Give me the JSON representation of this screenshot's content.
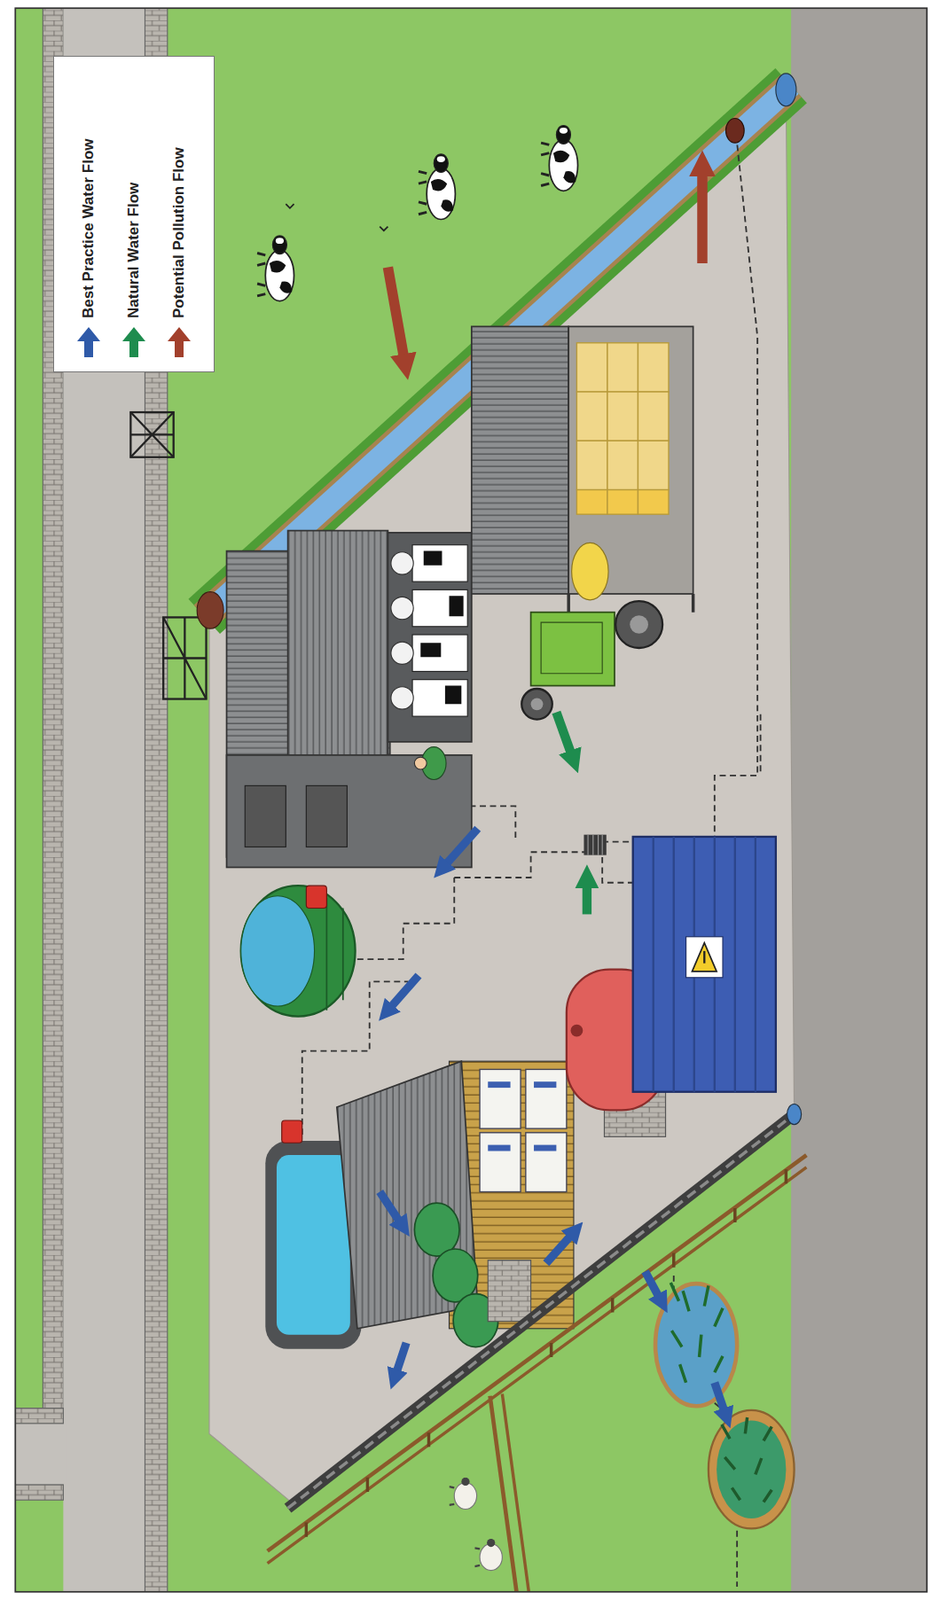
{
  "diagram": {
    "legend": [
      {
        "text": "Best Practice Water Flow",
        "color": "#2f5aa8"
      },
      {
        "text": "Natural Water Flow",
        "color": "#1e8c4e"
      },
      {
        "text": "Potential Pollution Flow",
        "color": "#a2402c"
      }
    ]
  }
}
